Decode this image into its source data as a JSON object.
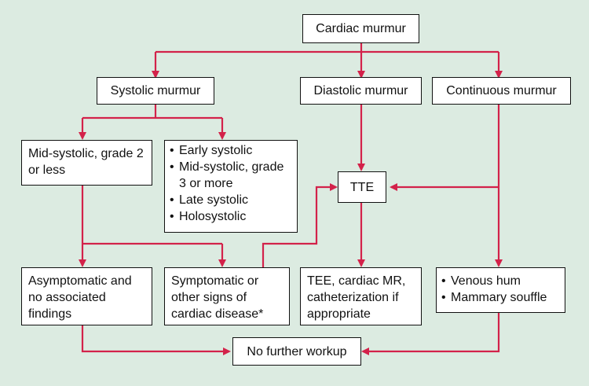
{
  "colors": {
    "background": "#dcebe1",
    "arrow": "#d3224a",
    "box_border": "#111111",
    "box_fill": "#ffffff"
  },
  "nodes": {
    "cardiac_murmur": "Cardiac murmur",
    "systolic_murmur": "Systolic murmur",
    "diastolic_murmur": "Diastolic murmur",
    "continuous_murmur": "Continuous murmur",
    "mid_systolic_grade2": "Mid-systolic, grade 2 or less",
    "systolic_types": [
      "Early systolic",
      "Mid-systolic, grade 3 or more",
      "Late systolic",
      "Holosystolic"
    ],
    "tte": "TTE",
    "asymptomatic": "Asymptomatic and no associated findings",
    "symptomatic": "Symptomatic or other signs of cardiac disease*",
    "tee": "TEE, cardiac MR, catheterization if appropriate",
    "continuous_types": [
      "Venous hum",
      "Mammary souffle"
    ],
    "no_further_workup": "No further workup"
  }
}
